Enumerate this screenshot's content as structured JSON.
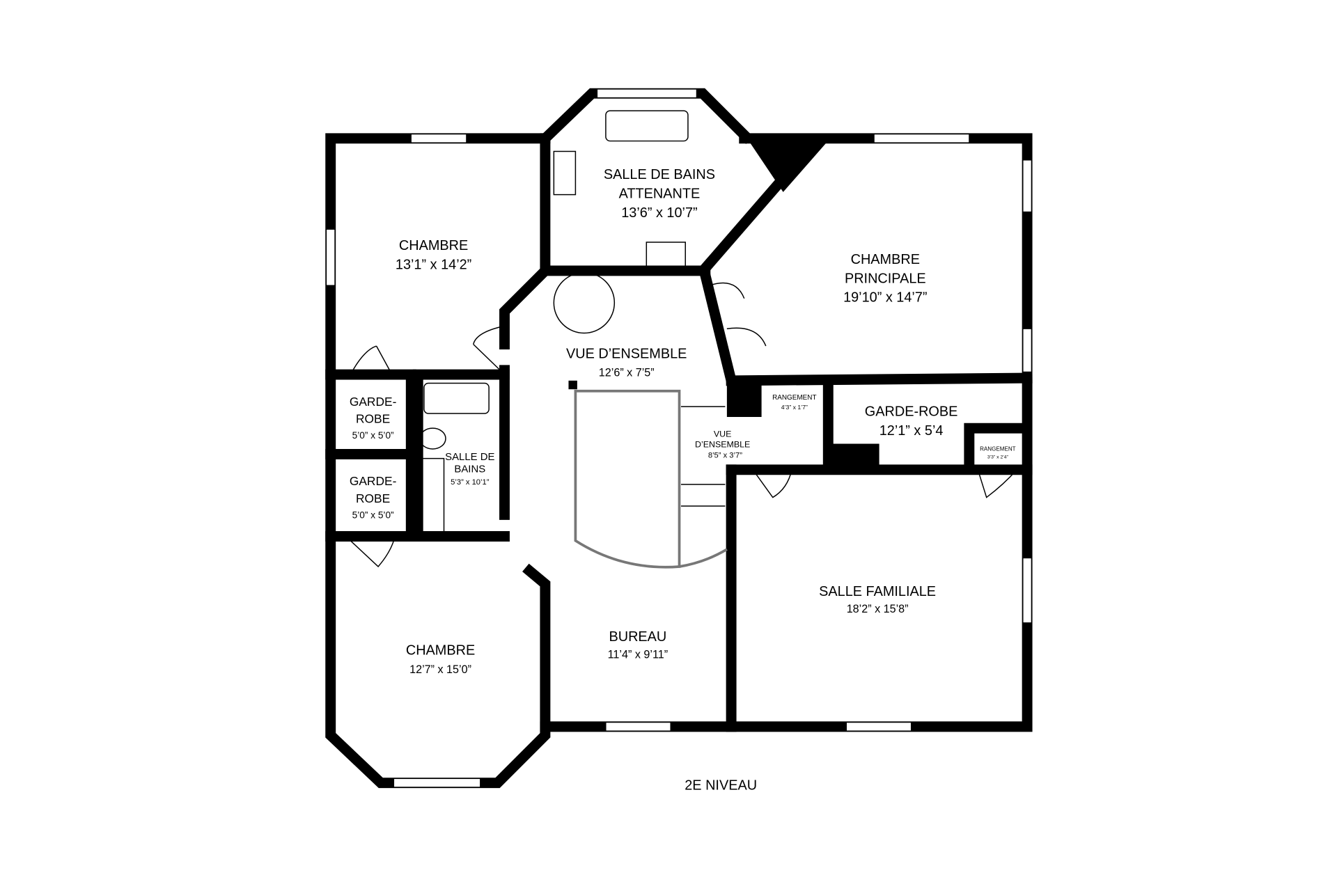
{
  "floor_label": "2E NIVEAU",
  "rooms": {
    "bath_ensuite": {
      "name1": "SALLE DE BAINS",
      "name2": "ATTENANTE",
      "dims": "13’6” x 10’7”"
    },
    "bedroom_nw": {
      "name": "CHAMBRE",
      "dims": "13’1” x 14’2”"
    },
    "master": {
      "name1": "CHAMBRE",
      "name2": "PRINCIPALE",
      "dims": "19’10” x 14’7”"
    },
    "overview": {
      "name": "VUE D’ENSEMBLE",
      "dims": "12’6” x 7’5”"
    },
    "storage1": {
      "name": "RANGEMENT",
      "dims": "4’3” x 1’7”"
    },
    "wardrobe_big": {
      "name": "GARDE-ROBE",
      "dims": "12’1” x 5’4"
    },
    "storage2": {
      "name": "RANGEMENT",
      "dims": "3’3” x 2’4”"
    },
    "overview2": {
      "name1": "VUE",
      "name2": "D’ENSEMBLE",
      "dims": "8’5” x 3’7”"
    },
    "wardrobe1": {
      "name1": "GARDE-",
      "name2": "ROBE",
      "dims": "5’0” x 5’0”"
    },
    "wardrobe2": {
      "name1": "GARDE-",
      "name2": "ROBE",
      "dims": "5’0” x 5’0”"
    },
    "bath": {
      "name1": "SALLE DE",
      "name2": "BAINS",
      "dims": "5’3” x 10’1”"
    },
    "family": {
      "name": "SALLE FAMILIALE",
      "dims": "18’2” x 15’8”"
    },
    "bedroom_sw": {
      "name": "CHAMBRE",
      "dims": "12’7” x 15’0”"
    },
    "office": {
      "name": "BUREAU",
      "dims": "11’4” x 9’11”"
    }
  }
}
